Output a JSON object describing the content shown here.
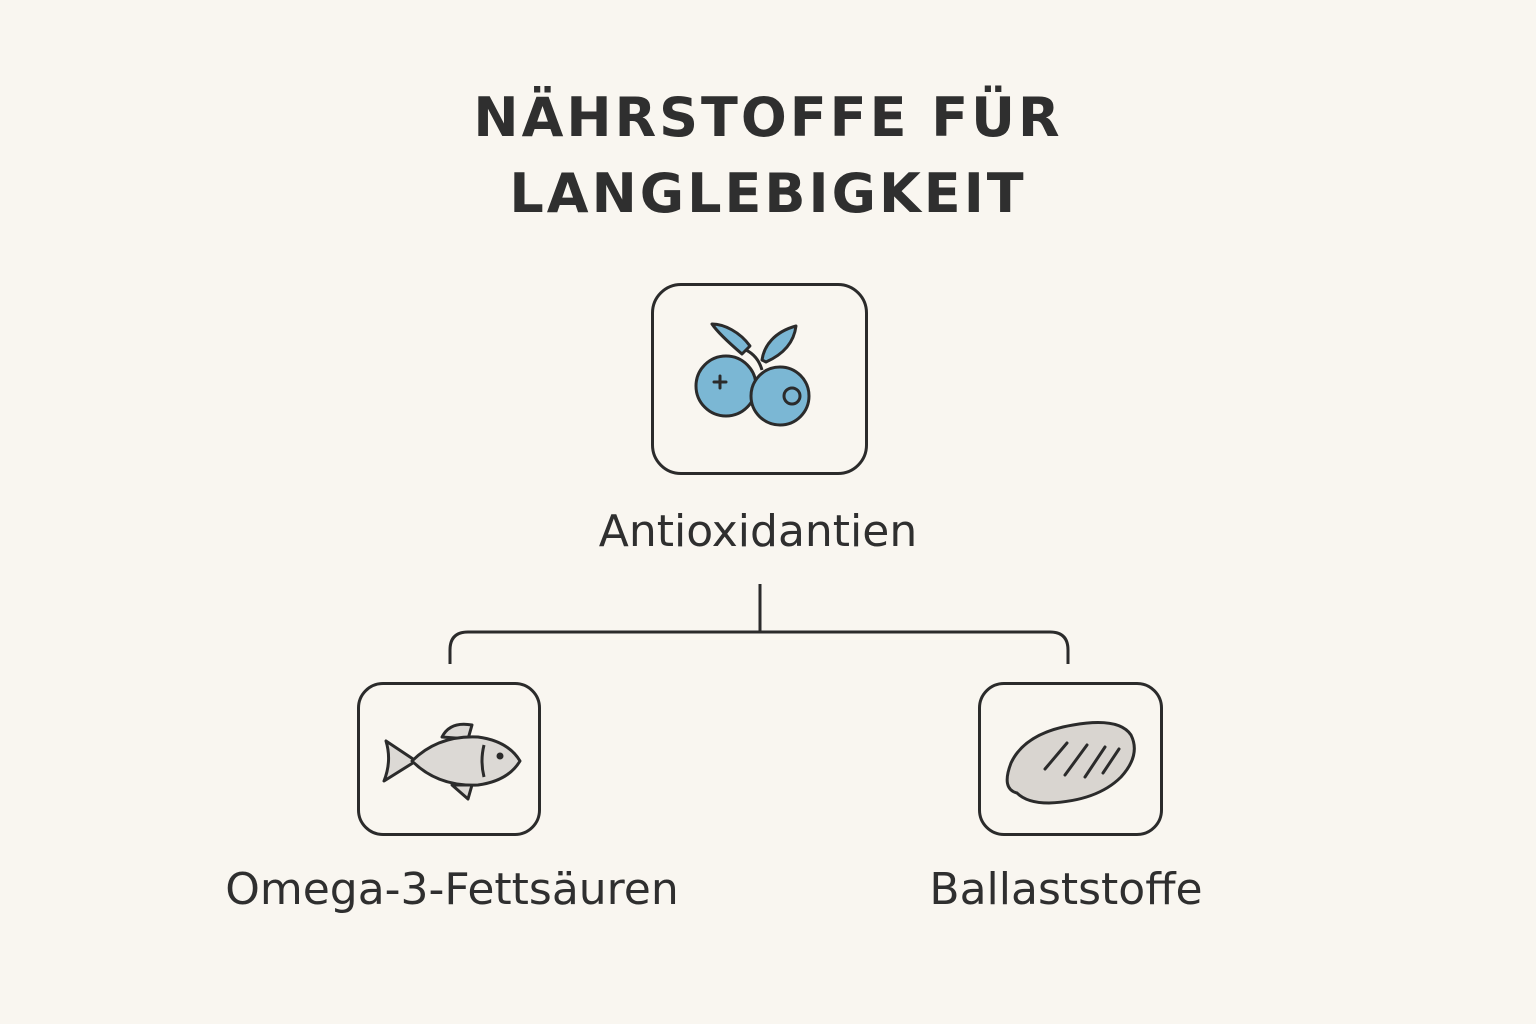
{
  "title": {
    "line1": "NÄHRSTOFFE FÜR",
    "line2": "LANGLEBIGKEIT"
  },
  "nodes": {
    "top": {
      "label": "Antioxidantien",
      "icon": "blueberries-icon"
    },
    "left": {
      "label": "Omega-3-Fettsäuren",
      "icon": "fish-icon"
    },
    "right": {
      "label": "Ballaststoffe",
      "icon": "bread-icon"
    }
  },
  "colors": {
    "background": "#f9f6f0",
    "stroke": "#2b2b2b",
    "berry": "#7bb7d4",
    "fish": "#dcd9d5",
    "bread": "#d9d5d0"
  }
}
